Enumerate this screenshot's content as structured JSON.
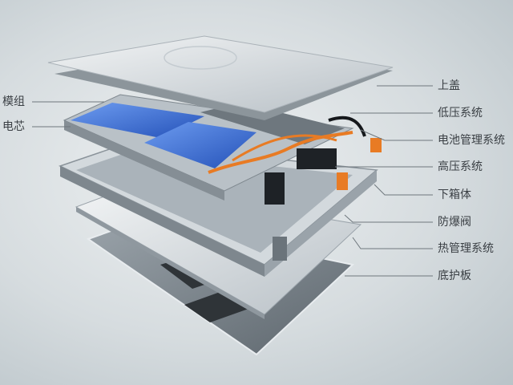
{
  "diagram": {
    "left_labels": [
      "模组",
      "电芯"
    ],
    "right_labels": [
      "上盖",
      "低压系统",
      "电池管理系统",
      "高压系统",
      "下箱体",
      "防爆阀",
      "热管理系统",
      "底护板"
    ]
  },
  "colors": {
    "cell_blue": "#3a6fd8",
    "hv_orange": "#e87b24",
    "metal": "#c8ced3"
  }
}
